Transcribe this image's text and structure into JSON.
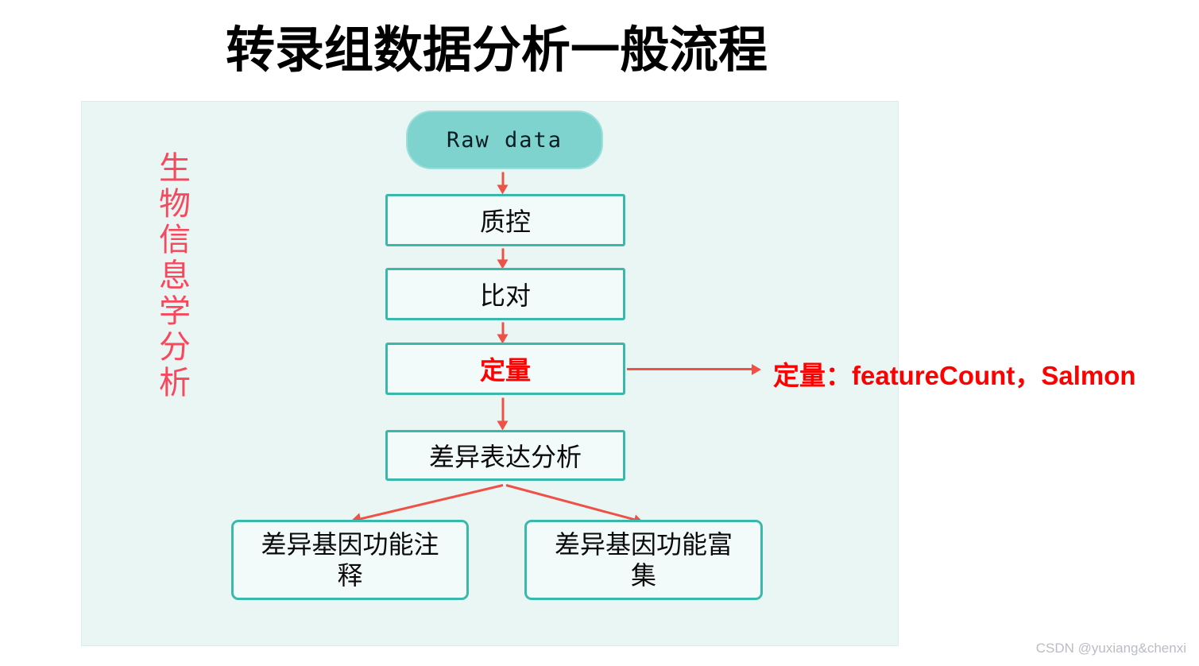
{
  "title": "转录组数据分析一般流程",
  "side_label": "生物信息学分析",
  "flow": {
    "raw": "Raw data",
    "qc": "质控",
    "align": "比对",
    "quant": "定量",
    "dea": "差异表达分析",
    "annot": "差异基因功能注释",
    "enrich": "差异基因功能富集",
    "quant_note": "定量：featureCount，Salmon"
  },
  "watermark": "CSDN @yuxiang&chenxi",
  "theme": {
    "panel-bg": "#E9F6F4",
    "node-border": "#3BB8AC",
    "node-fill": "#F2FBF9",
    "raw-node-fill": "#7FD3CF",
    "arrow-color": "#EE5147",
    "side-label-color": "#F8485E",
    "highlight-red": "#FF0000",
    "watermark-color": "#B9BDC4"
  }
}
